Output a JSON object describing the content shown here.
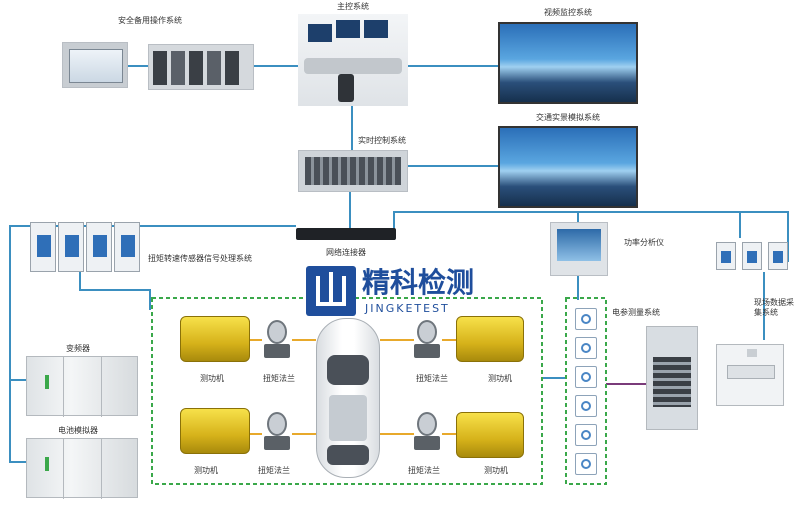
{
  "labels": {
    "safety_backup": "安全备用操作系统",
    "main_control": "主控系统",
    "video_monitor": "视频监控系统",
    "realtime_control": "实时控制系统",
    "traffic_sim": "交通实景模拟系统",
    "network_connector": "网络连接器",
    "torque_signal": "扭矩转速传感器信号处理系统",
    "power_analyzer": "功率分析仪",
    "electrical_measure": "电参测量系统",
    "field_data": "现场数据采集系统",
    "inverter": "变频器",
    "battery_sim": "电池模拟器",
    "dyno_tl": "测功机",
    "flange_tl": "扭矩法兰",
    "flange_tr": "扭矩法兰",
    "dyno_tr": "测功机",
    "dyno_bl": "测功机",
    "flange_bl": "扭矩法兰",
    "flange_br": "扭矩法兰",
    "dyno_br": "测功机"
  },
  "brand": {
    "name": "精科检测",
    "sub": "JINGKETEST"
  },
  "colors": {
    "wire": "#3b8fc0",
    "dashed_box": "#3aa84a",
    "brand": "#1f4e9c",
    "motor_link": "#e8a92b",
    "meter_link": "#7a3b7a"
  }
}
